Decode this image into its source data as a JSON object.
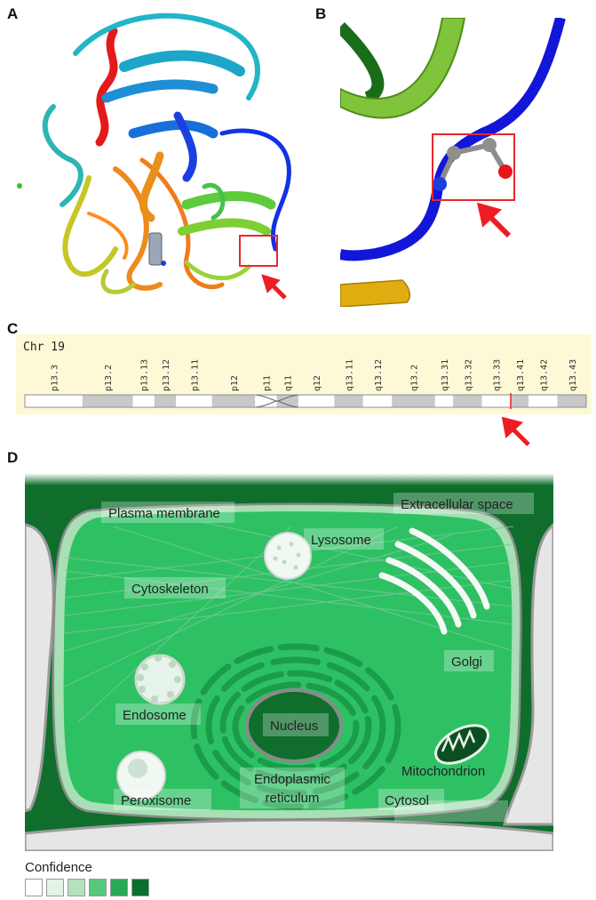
{
  "panels": {
    "a": "A",
    "b": "B",
    "c": "C",
    "d": "D"
  },
  "chromosome": {
    "name": "Chr 19",
    "bands": [
      "p13.3",
      "p13.2",
      "p13.13",
      "p13.12",
      "p13.11",
      "p12",
      "p11",
      "q11",
      "q12",
      "q13.11",
      "q13.12",
      "q13.2",
      "q13.31",
      "q13.32",
      "q13.33",
      "q13.41",
      "q13.42",
      "q13.43"
    ]
  },
  "cell": {
    "labels": {
      "extracellular": "Extracellular space",
      "plasma_membrane": "Plasma membrane",
      "lysosome": "Lysosome",
      "cytoskeleton": "Cytoskeleton",
      "golgi": "Golgi",
      "endosome": "Endosome",
      "nucleus": "Nucleus",
      "mitochondrion": "Mitochondrion",
      "peroxisome": "Peroxisome",
      "er_line1": "Endoplasmic",
      "er_line2": "reticulum",
      "cytosol": "Cytosol"
    }
  },
  "legend": {
    "title": "Confidence",
    "colors": [
      "#ffffff",
      "#e3f3e6",
      "#b4e2bd",
      "#58c77d",
      "#27a956",
      "#0b6e2f"
    ]
  },
  "colors": {
    "arrow": "#ee1d23",
    "highlight_box": "#e8262b"
  }
}
